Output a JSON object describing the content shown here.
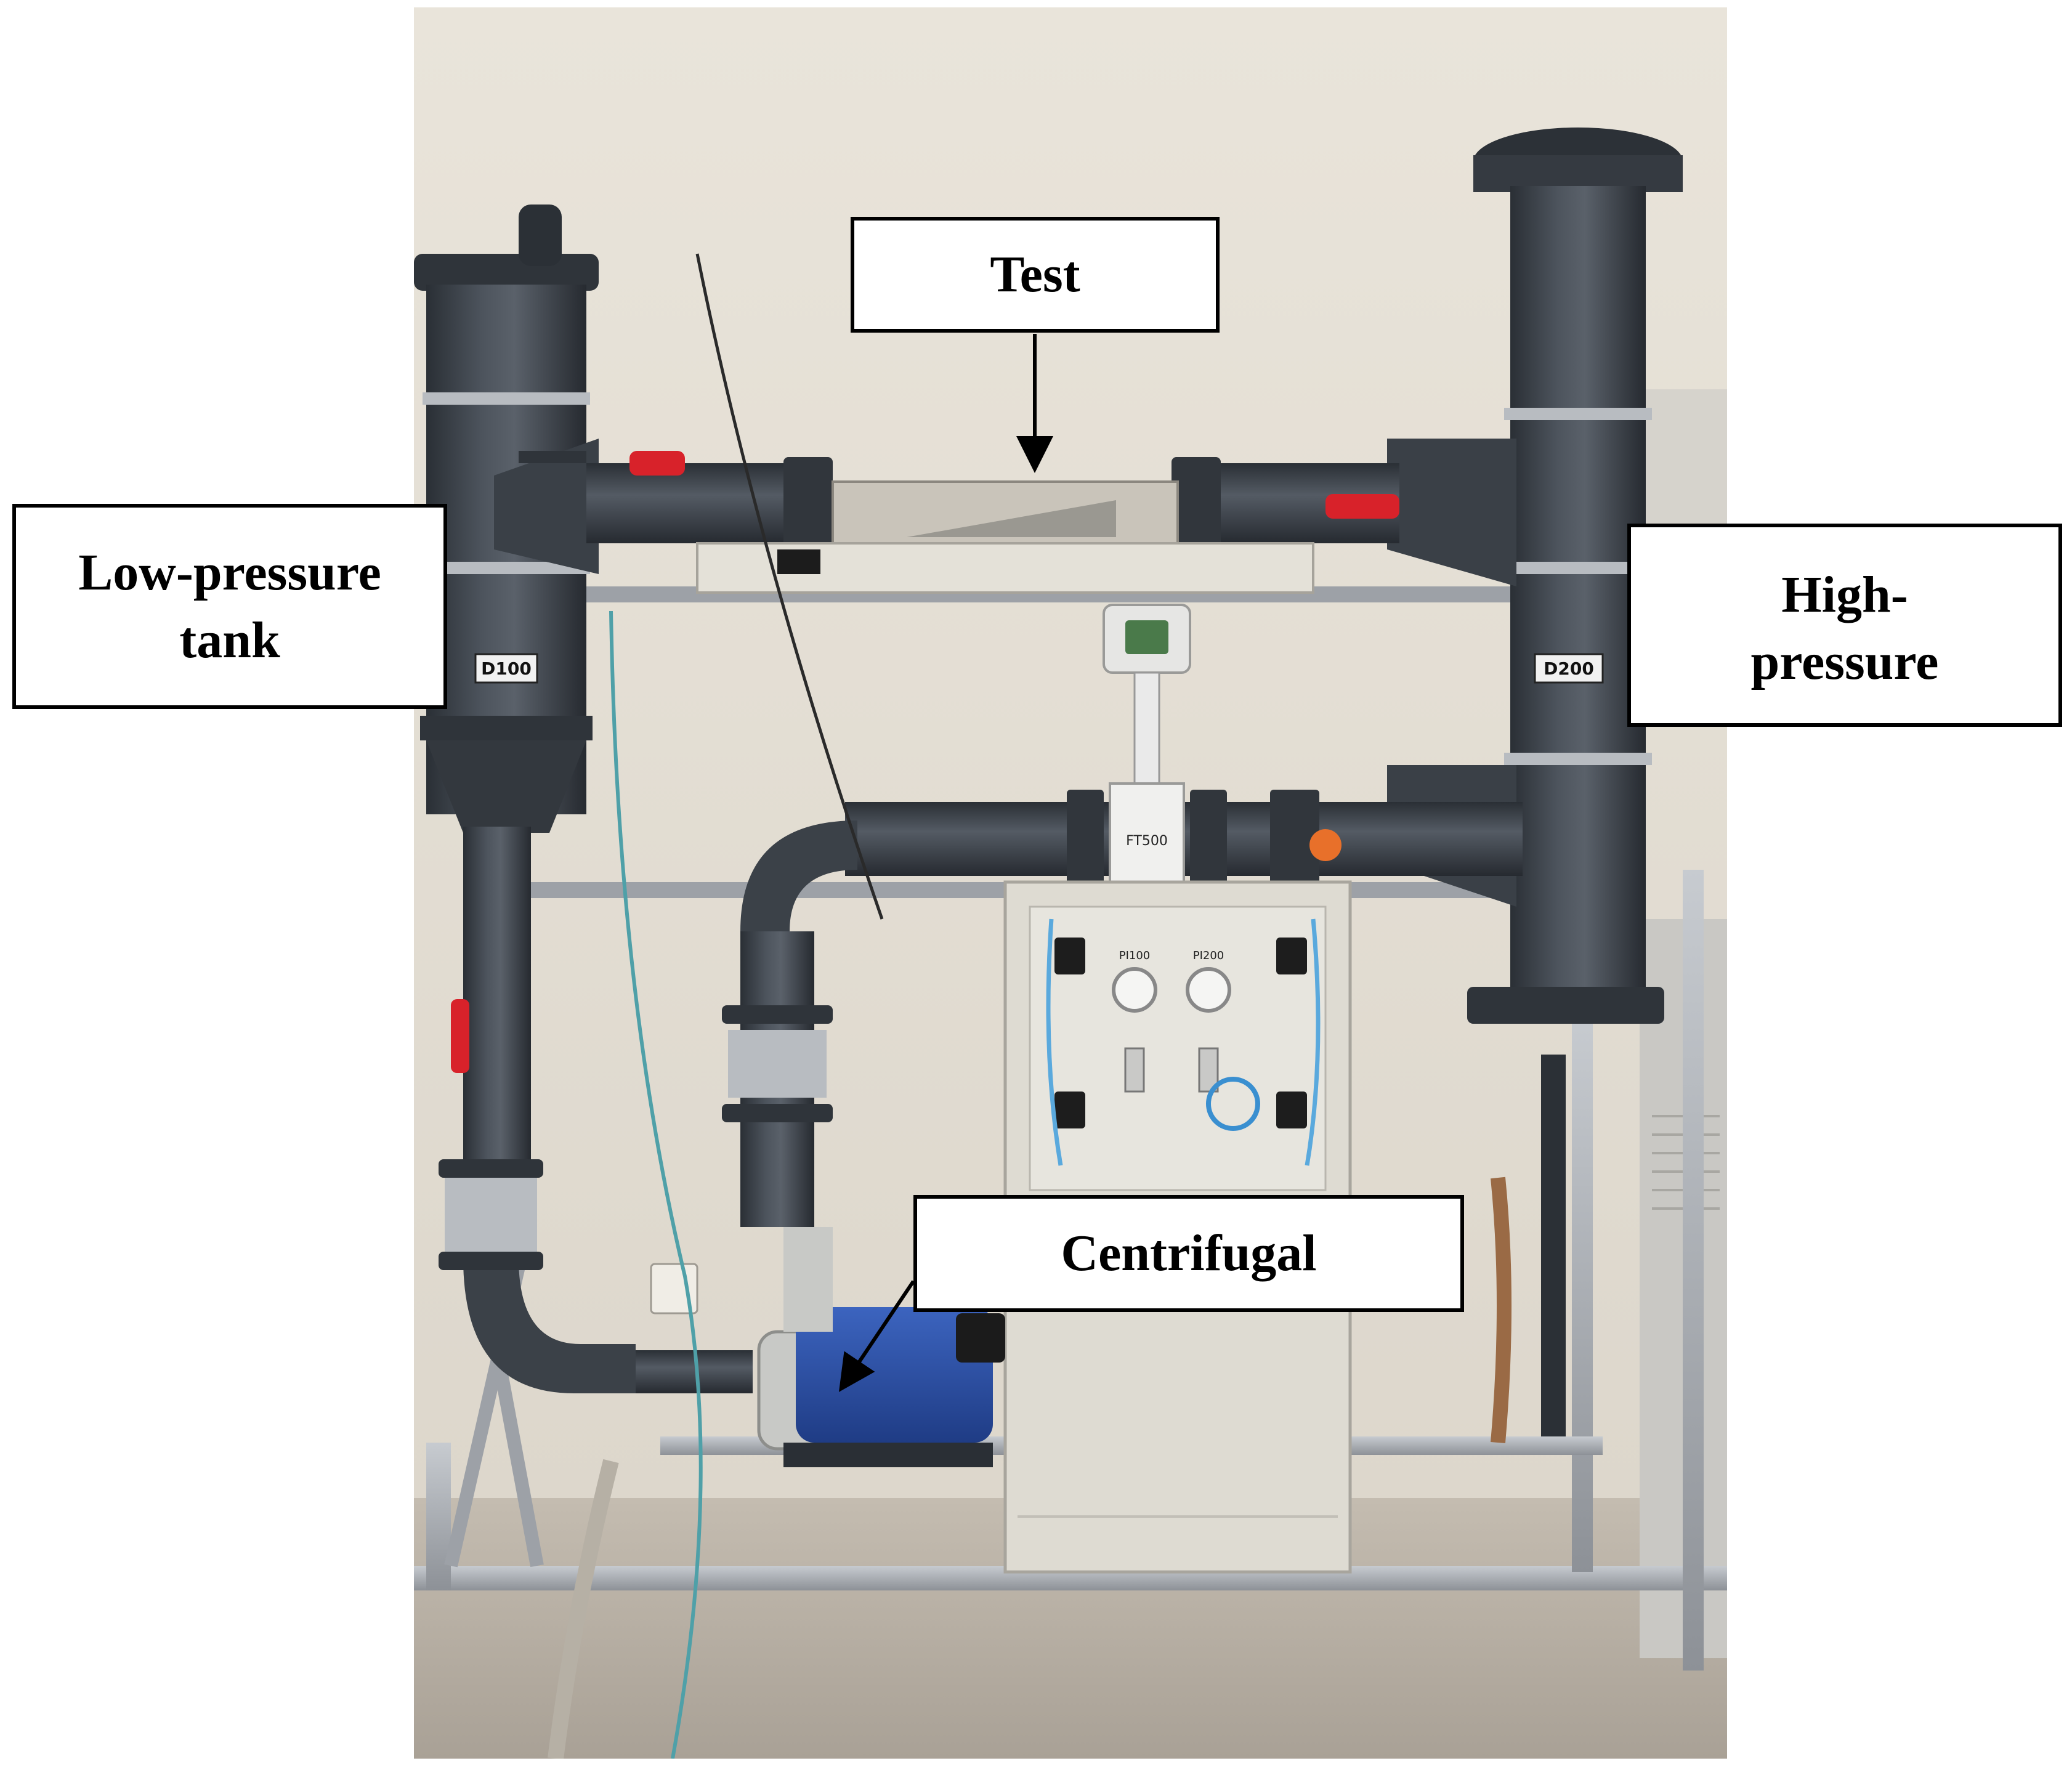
{
  "labels": {
    "test": "Test",
    "low_line1": "Low-pressure",
    "low_line2": "tank",
    "high_line1": "High-",
    "high_line2": "pressure",
    "centrifugal": "Centrifugal"
  },
  "equipment_text": {
    "d100": "D100",
    "d200": "D200",
    "ft500": "FT500",
    "pi100": "PI100",
    "pi200": "PI200"
  },
  "colors": {
    "wall": "#e6e1d8",
    "floor": "#b9b2a6",
    "pvc_pipe": "#3d434b",
    "valve_red": "#d8222a",
    "motor_blue": "#2a4fa8",
    "panel": "#dedbd2",
    "steel": "#a9adb3"
  }
}
